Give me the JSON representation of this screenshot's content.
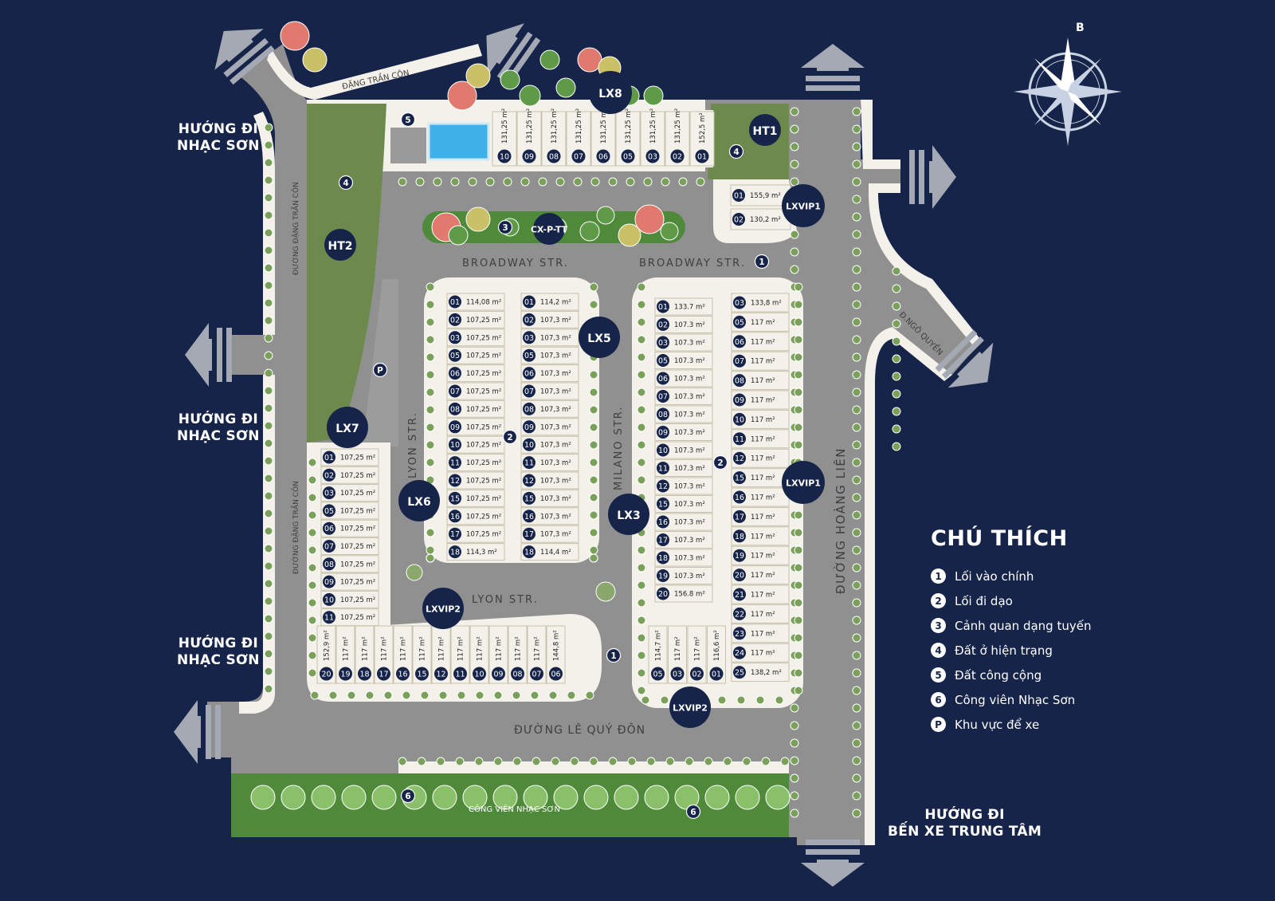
{
  "compass": {
    "north": "B"
  },
  "directions": {
    "nhac_son_1": [
      "HƯỚNG ĐI",
      "NHẠC SƠN"
    ],
    "nhac_son_2": [
      "HƯỚNG ĐI",
      "NHẠC SƠN"
    ],
    "nhac_son_3": [
      "HƯỚNG ĐI",
      "NHẠC SƠN"
    ],
    "ben_xe": [
      "HƯỚNG ĐI",
      "BẾN XE TRUNG TÂM"
    ]
  },
  "legend": {
    "title": "CHÚ THÍCH",
    "items": [
      {
        "badge": "1",
        "label": "Lối vào chính"
      },
      {
        "badge": "2",
        "label": "Lối đi dạo"
      },
      {
        "badge": "3",
        "label": "Cảnh quan dạng tuyến"
      },
      {
        "badge": "4",
        "label": "Đất ở hiện trạng"
      },
      {
        "badge": "5",
        "label": "Đất công cộng"
      },
      {
        "badge": "6",
        "label": "Công viên Nhạc Sơn"
      },
      {
        "badge": "P",
        "label": "Khu vực để xe"
      }
    ]
  },
  "roads": {
    "dang_tran_con_top": "ĐẶNG TRẦN CÔN",
    "duong_dang_tran_con_1": "ĐƯỜNG ĐẶNG TRẦN CÔN",
    "duong_dang_tran_con_2": "ĐƯỜNG ĐẶNG TRẦN CÔN",
    "broadway_1": "BROADWAY STR.",
    "broadway_2": "BROADWAY STR.",
    "lyon_v": "LYON STR.",
    "lyon_h": "LYON STR.",
    "milano": "MILANO STR.",
    "hoang_lien": "ĐƯỜNG HOÀNG LIÊN",
    "le_quy_don": "ĐƯỜNG LÊ QUÝ ĐÔN",
    "ngo_quyen": "Đ.NGÔ QUYỀN",
    "park": "CÔNG VIÊN NHẠC SƠN"
  },
  "block_labels": [
    "LX8",
    "HT1",
    "LXVIP1",
    "HT2",
    "CX-P-TT",
    "LX5",
    "LX7",
    "LX6",
    "LX3",
    "LXVIP1",
    "LXVIP2",
    "LXVIP2"
  ],
  "markers": [
    "5",
    "4",
    "4",
    "3",
    "1",
    "2",
    "2",
    "P",
    "1",
    "6",
    "6"
  ],
  "lots": {
    "lx8": [
      {
        "no": "10",
        "area": "131,25 m²"
      },
      {
        "no": "09",
        "area": "131,25 m²"
      },
      {
        "no": "08",
        "area": "131,25 m²"
      },
      {
        "no": "07",
        "area": "131,25 m²"
      },
      {
        "no": "06",
        "area": "131,25 m²"
      },
      {
        "no": "05",
        "area": "131,25 m²"
      },
      {
        "no": "03",
        "area": "131,25 m²"
      },
      {
        "no": "02",
        "area": "131,25 m²"
      },
      {
        "no": "01",
        "area": "152,5 m²"
      }
    ],
    "lxvip1_top": [
      {
        "no": "01",
        "area": "155,9 m²"
      },
      {
        "no": "02",
        "area": "130,2 m²"
      }
    ],
    "lx5_left": [
      {
        "no": "01",
        "area": "114,08 m²"
      },
      {
        "no": "02",
        "area": "107,25 m²"
      },
      {
        "no": "03",
        "area": "107,25 m²"
      },
      {
        "no": "05",
        "area": "107,25 m²"
      },
      {
        "no": "06",
        "area": "107,25 m²"
      },
      {
        "no": "07",
        "area": "107,25 m²"
      },
      {
        "no": "08",
        "area": "107,25 m²"
      },
      {
        "no": "09",
        "area": "107,25 m²"
      },
      {
        "no": "10",
        "area": "107,25 m²"
      },
      {
        "no": "11",
        "area": "107,25 m²"
      },
      {
        "no": "12",
        "area": "107,25 m²"
      },
      {
        "no": "15",
        "area": "107,25 m²"
      },
      {
        "no": "16",
        "area": "107,25 m²"
      },
      {
        "no": "17",
        "area": "107,25 m²"
      },
      {
        "no": "18",
        "area": "114,3 m²"
      }
    ],
    "lx5_right": [
      {
        "no": "01",
        "area": "114,2 m²"
      },
      {
        "no": "02",
        "area": "107,3 m²"
      },
      {
        "no": "03",
        "area": "107,3 m²"
      },
      {
        "no": "05",
        "area": "107,3 m²"
      },
      {
        "no": "06",
        "area": "107,3 m²"
      },
      {
        "no": "07",
        "area": "107,3 m²"
      },
      {
        "no": "08",
        "area": "107,3 m²"
      },
      {
        "no": "09",
        "area": "107,3 m²"
      },
      {
        "no": "10",
        "area": "107,3 m²"
      },
      {
        "no": "11",
        "area": "107,3 m²"
      },
      {
        "no": "12",
        "area": "107,3 m²"
      },
      {
        "no": "15",
        "area": "107,3 m²"
      },
      {
        "no": "16",
        "area": "107,3 m²"
      },
      {
        "no": "17",
        "area": "107,3 m²"
      },
      {
        "no": "18",
        "area": "114,4 m²"
      }
    ],
    "lx3_left": [
      {
        "no": "01",
        "area": "133.7 m²"
      },
      {
        "no": "02",
        "area": "107.3 m²"
      },
      {
        "no": "03",
        "area": "107.3 m²"
      },
      {
        "no": "05",
        "area": "107.3 m²"
      },
      {
        "no": "06",
        "area": "107.3 m²"
      },
      {
        "no": "07",
        "area": "107.3 m²"
      },
      {
        "no": "08",
        "area": "107.3 m²"
      },
      {
        "no": "09",
        "area": "107.3 m²"
      },
      {
        "no": "10",
        "area": "107.3 m²"
      },
      {
        "no": "11",
        "area": "107.3 m²"
      },
      {
        "no": "12",
        "area": "107.3 m²"
      },
      {
        "no": "15",
        "area": "107.3 m²"
      },
      {
        "no": "16",
        "area": "107.3 m²"
      },
      {
        "no": "17",
        "area": "107.3 m²"
      },
      {
        "no": "18",
        "area": "107.3 m²"
      },
      {
        "no": "19",
        "area": "107.3 m²"
      },
      {
        "no": "20",
        "area": "156.8 m²"
      }
    ],
    "lx3_right": [
      {
        "no": "03",
        "area": "133,8 m²"
      },
      {
        "no": "05",
        "area": "117 m²"
      },
      {
        "no": "06",
        "area": "117 m²"
      },
      {
        "no": "07",
        "area": "117 m²"
      },
      {
        "no": "08",
        "area": "117 m²"
      },
      {
        "no": "09",
        "area": "117 m²"
      },
      {
        "no": "10",
        "area": "117 m²"
      },
      {
        "no": "11",
        "area": "117 m²"
      },
      {
        "no": "12",
        "area": "117 m²"
      },
      {
        "no": "15",
        "area": "117 m²"
      },
      {
        "no": "16",
        "area": "117 m²"
      },
      {
        "no": "17",
        "area": "117 m²"
      },
      {
        "no": "18",
        "area": "117 m²"
      },
      {
        "no": "19",
        "area": "117 m²"
      },
      {
        "no": "20",
        "area": "117 m²"
      },
      {
        "no": "21",
        "area": "117 m²"
      },
      {
        "no": "22",
        "area": "117 m²"
      },
      {
        "no": "23",
        "area": "117 m²"
      },
      {
        "no": "24",
        "area": "117 m²"
      },
      {
        "no": "25",
        "area": "138,2 m²"
      }
    ],
    "lx7": [
      {
        "no": "01",
        "area": "107,25 m²"
      },
      {
        "no": "02",
        "area": "107,25 m²"
      },
      {
        "no": "03",
        "area": "107,25 m²"
      },
      {
        "no": "05",
        "area": "107,25 m²"
      },
      {
        "no": "06",
        "area": "107,25 m²"
      },
      {
        "no": "07",
        "area": "107,25 m²"
      },
      {
        "no": "08",
        "area": "107,25 m²"
      },
      {
        "no": "09",
        "area": "107,25 m²"
      },
      {
        "no": "10",
        "area": "107,25 m²"
      },
      {
        "no": "11",
        "area": "107,25 m²"
      }
    ],
    "lxvip2_left": [
      {
        "no": "20",
        "area": "152,9 m²"
      },
      {
        "no": "19",
        "area": "117 m²"
      },
      {
        "no": "18",
        "area": "117 m²"
      },
      {
        "no": "17",
        "area": "117 m²"
      },
      {
        "no": "16",
        "area": "117 m²"
      },
      {
        "no": "15",
        "area": "117 m²"
      },
      {
        "no": "12",
        "area": "117 m²"
      },
      {
        "no": "11",
        "area": "117 m²"
      },
      {
        "no": "10",
        "area": "117 m²"
      },
      {
        "no": "09",
        "area": "117 m²"
      },
      {
        "no": "08",
        "area": "117 m²"
      },
      {
        "no": "07",
        "area": "117 m²"
      },
      {
        "no": "06",
        "area": "144,8 m²"
      }
    ],
    "lxvip2_right": [
      {
        "no": "05",
        "area": "114,7 m²"
      },
      {
        "no": "03",
        "area": "117 m²"
      },
      {
        "no": "02",
        "area": "117 m²"
      },
      {
        "no": "01",
        "area": "116,6 m²"
      }
    ]
  }
}
